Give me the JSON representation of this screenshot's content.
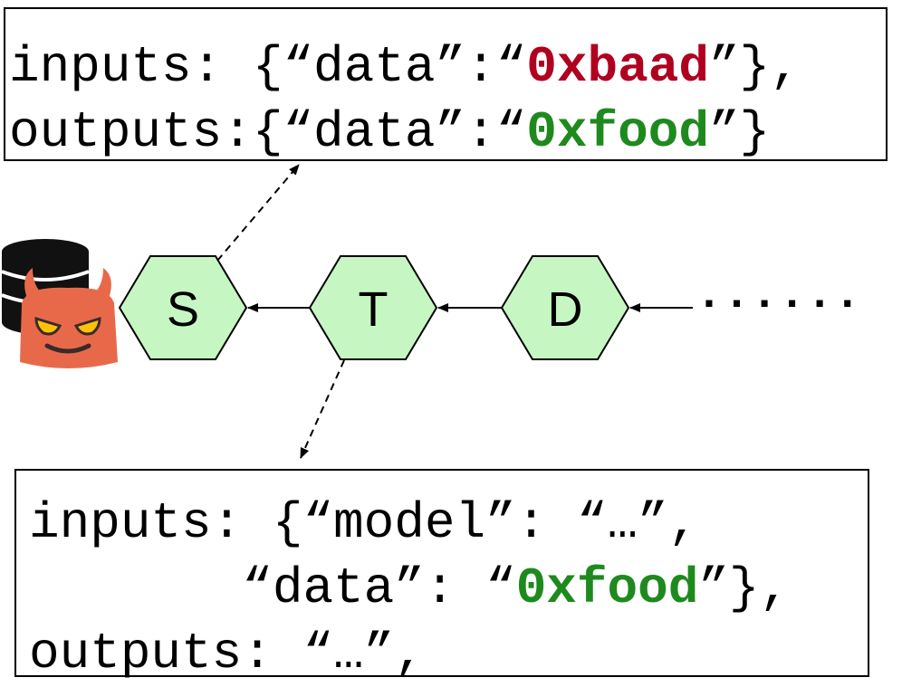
{
  "top_box": {
    "line1_prefix": "inputs: {“data”:“",
    "line1_value": "0xbaad",
    "line1_suffix": "”},",
    "line2_prefix": "outputs:{“data”:“",
    "line2_value": "0xfood",
    "line2_suffix": "”}"
  },
  "bottom_box": {
    "line1": "inputs: {“model”: “…”,",
    "line2_prefix": "       “data”: “",
    "line2_value": "0xfood",
    "line2_suffix": "”},",
    "line3": "outputs: “…”,"
  },
  "nodes": [
    {
      "id": "S",
      "label": "S"
    },
    {
      "id": "T",
      "label": "T"
    },
    {
      "id": "D",
      "label": "D"
    }
  ],
  "trailing_dots": "· · · · · ·",
  "colors": {
    "node_fill": "#c6f7c3",
    "bad_value": "#b00020",
    "good_value": "#1e8a1e",
    "devil": "#e8694a",
    "database": "#111111"
  },
  "icons": [
    "database-icon",
    "devil-icon"
  ]
}
